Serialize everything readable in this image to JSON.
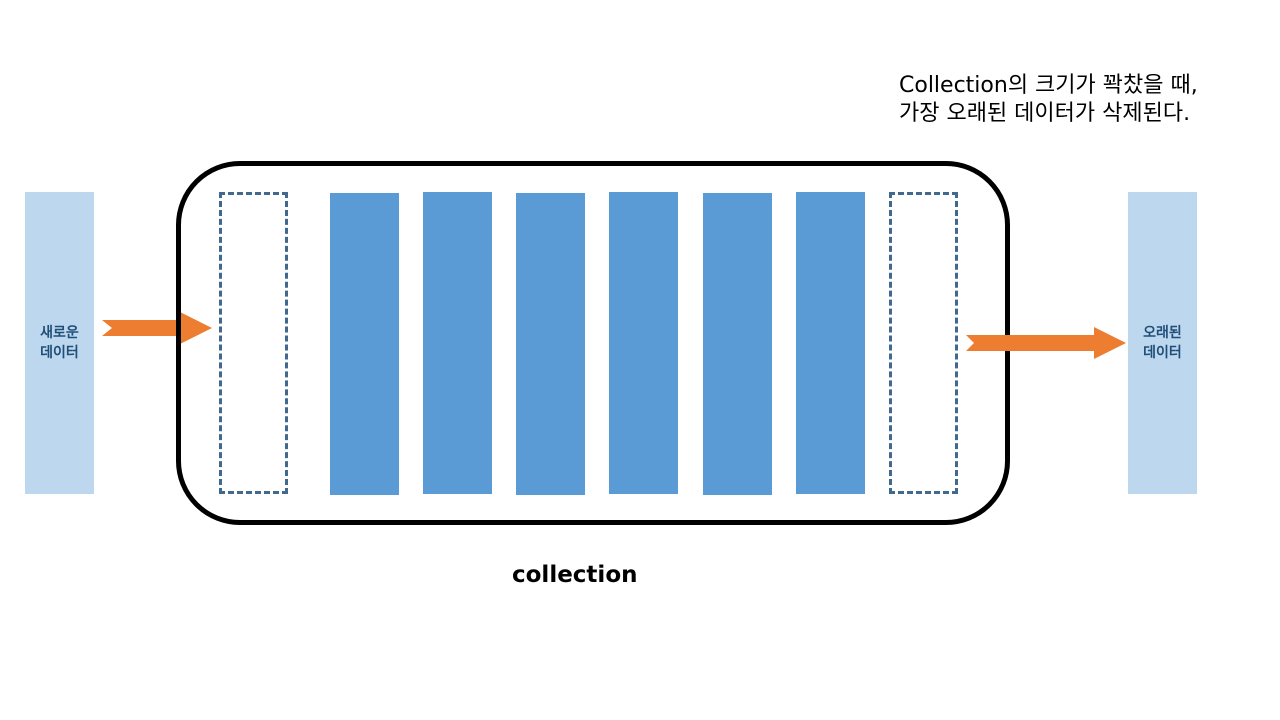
{
  "note": {
    "line1": "Collection의 크기가 꽉찼을 때,",
    "line2": "가장 오래된 데이터가 삭제된다."
  },
  "new_data": {
    "line1": "새로운",
    "line2": "데이터"
  },
  "old_data": {
    "line1": "오래된",
    "line2": "데이터"
  },
  "caption": "collection",
  "slots": [
    "empty",
    "filled",
    "filled",
    "filled",
    "filled",
    "filled",
    "filled",
    "empty"
  ],
  "colors": {
    "slot_fill": "#5b9bd5",
    "slot_dashed": "#41698f",
    "side_box": "#bdd7ee",
    "side_text": "#1f4e79",
    "arrow": "#ed7d31",
    "frame": "#000000"
  }
}
